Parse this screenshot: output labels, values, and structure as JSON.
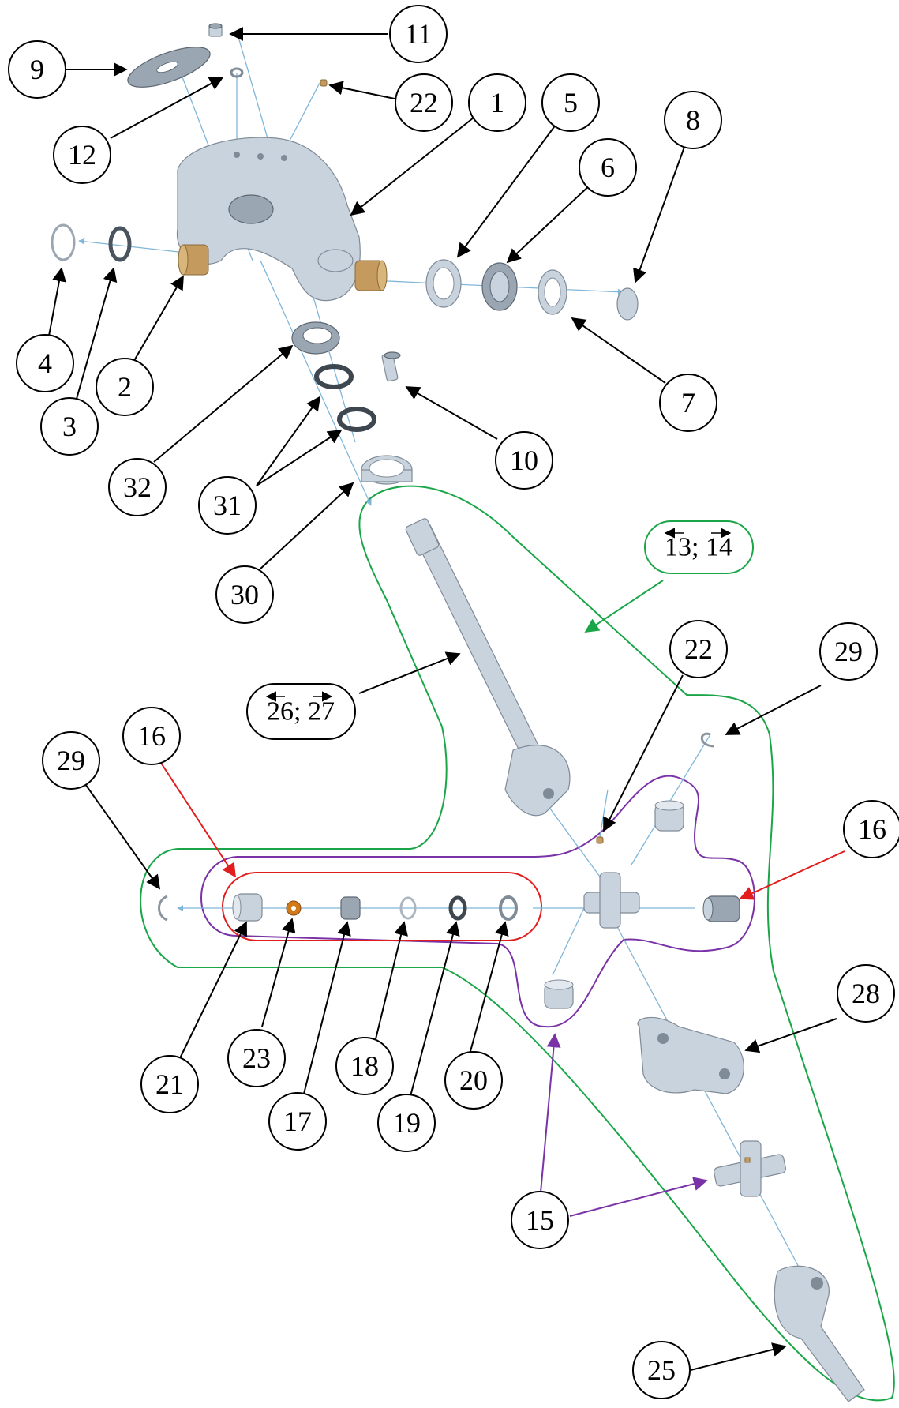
{
  "colors": {
    "callout_default": "#000000",
    "callout_red": "#e11d1d",
    "callout_purple": "#7a33a6",
    "callout_green": "#1aa648",
    "explode_lines": "#7fb6d9",
    "part_metal": "#c9d3de",
    "part_bronze": "#c49a5e"
  },
  "callouts": [
    {
      "id": "c9",
      "label": "9"
    },
    {
      "id": "c11",
      "label": "11"
    },
    {
      "id": "c22a",
      "label": "22"
    },
    {
      "id": "c12",
      "label": "12"
    },
    {
      "id": "c1",
      "label": "1"
    },
    {
      "id": "c5",
      "label": "5"
    },
    {
      "id": "c8",
      "label": "8"
    },
    {
      "id": "c6",
      "label": "6"
    },
    {
      "id": "c4",
      "label": "4"
    },
    {
      "id": "c3",
      "label": "3"
    },
    {
      "id": "c2",
      "label": "2"
    },
    {
      "id": "c7",
      "label": "7"
    },
    {
      "id": "c32",
      "label": "32"
    },
    {
      "id": "c31",
      "label": "31"
    },
    {
      "id": "c10",
      "label": "10"
    },
    {
      "id": "c30",
      "label": "30"
    },
    {
      "id": "c22b",
      "label": "22"
    },
    {
      "id": "c29r",
      "label": "29"
    },
    {
      "id": "c29l",
      "label": "29"
    },
    {
      "id": "c16l",
      "label": "16"
    },
    {
      "id": "c16r",
      "label": "16"
    },
    {
      "id": "c28",
      "label": "28"
    },
    {
      "id": "c21",
      "label": "21"
    },
    {
      "id": "c23",
      "label": "23"
    },
    {
      "id": "c17",
      "label": "17"
    },
    {
      "id": "c18",
      "label": "18"
    },
    {
      "id": "c19",
      "label": "19"
    },
    {
      "id": "c20",
      "label": "20"
    },
    {
      "id": "c15",
      "label": "15"
    },
    {
      "id": "c25",
      "label": "25"
    }
  ],
  "pills": {
    "p1314": {
      "text": "13; 14"
    },
    "p2627": {
      "text": "26; 27"
    }
  }
}
